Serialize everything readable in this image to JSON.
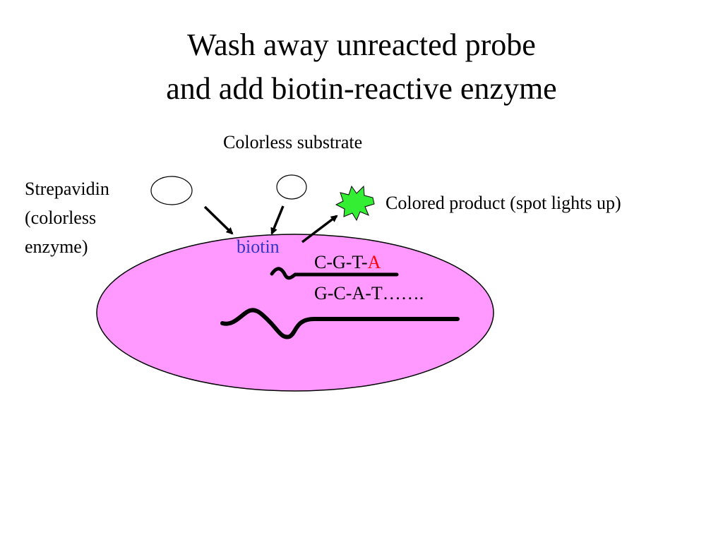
{
  "title": {
    "line1": "Wash away unreacted probe",
    "line2": "and add biotin-reactive enzyme"
  },
  "labels": {
    "colorless_substrate": "Colorless substrate",
    "strepavidin_lines": [
      "Strepavidin",
      "(colorless",
      "enzyme)"
    ],
    "colored_product": "Colored product (spot lights up)",
    "biotin": "biotin",
    "probe_sequence_prefix": "C-G-T-",
    "probe_sequence_last": "A",
    "target_sequence": "G-C-A-T……."
  },
  "colors": {
    "membrane_fill": "#ff99ff",
    "membrane_stroke": "#000000",
    "product_fill": "#33ee33",
    "biotin_text": "#3333cc",
    "highlight_base": "#ff0000",
    "strand": "#000000"
  },
  "icons": {
    "membrane": "oval-spot",
    "enzyme": "oval-outline",
    "substrate": "circle-outline",
    "product": "starburst",
    "arrows": "arrow"
  }
}
